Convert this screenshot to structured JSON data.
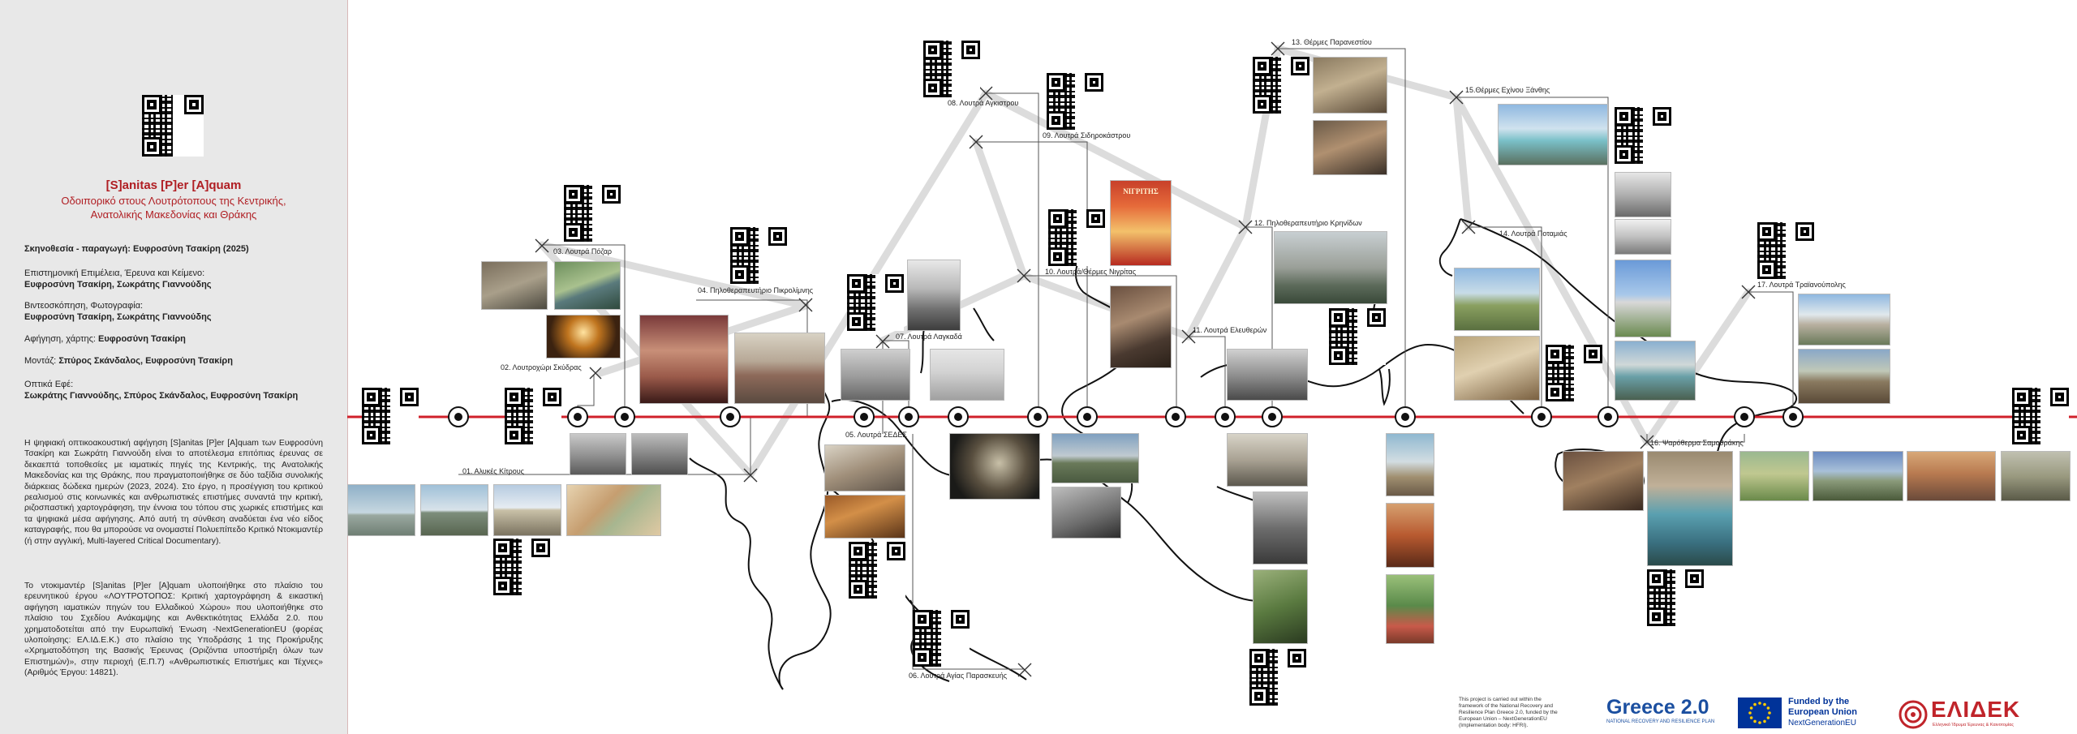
{
  "project": {
    "title": "[S]anitas [P]er [A]quam",
    "subtitle_line1": "Οδοιπορικό στους Λουτρότοπους της Κεντρικής,",
    "subtitle_line2": "Ανατολικής Μακεδονίας και Θράκης"
  },
  "credits": [
    {
      "label": "Σκηνοθεσία - παραγωγή:",
      "value": "Ευφροσύνη Τσακίρη (2025)"
    },
    {
      "label": "Επιστημονική Επιμέλεια, Έρευνα και Κείμενο:",
      "value": "Ευφροσύνη Τσακίρη, Σωκράτης Γιαννούδης"
    },
    {
      "label": "Βιντεοσκόπηση, Φωτογραφία:",
      "value": "Ευφροσύνη Τσακίρη, Σωκράτης Γιαννούδης"
    },
    {
      "label": "Αφήγηση, χάρτης:",
      "value": "Ευφροσύνη Τσακίρη"
    },
    {
      "label": "Μοντάζ:",
      "value": "Σπύρος Σκάνδαλος, Ευφροσύνη Τσακίρη"
    },
    {
      "label": "Οπτικά Εφέ:",
      "value": "Σωκράτης Γιαννούδης, Σπύρος Σκάνδαλος, Ευφροσύνη Τσακίρη"
    }
  ],
  "description": {
    "p1": "Η ψηφιακή οπτικοακουστική αφήγηση [S]anitas [P]er [A]quam των Ευφροσύνη Τσακίρη και Σωκράτη Γιαννούδη είναι το αποτέλεσμα επιτόπιας έρευνας σε δεκαεπτά τοποθεσίες με ιαματικές πηγές της Κεντρικής, της Ανατολικής Μακεδονίας και της Θράκης, που πραγματοποιήθηκε σε δύο ταξίδια συνολικής διάρκειας δώδεκα ημερών (2023, 2024). Στο έργο, η προσέγγιση του κριτικού ρεαλισμού στις κοινωνικές και ανθρωπιστικές επιστήμες συναντά την κριτική, ριζοσπαστική χαρτογράφηση, την έννοια του τόπου στις χωρικές επιστήμες και τα ψηφιακά μέσα αφήγησης. Από αυτή τη σύνθεση αναδύεται ένα νέο είδος καταγραφής, που θα μπορούσε να ονομαστεί Πολυεπίπεδο Κριτικό Ντοκιμαντέρ (ή στην αγγλική, Multi-layered Critical Documentary).",
    "p2": "Το ντοκιμαντέρ [S]anitas [P]er [A]quam υλοποιήθηκε στο πλαίσιο του ερευνητικού έργου «ΛΟΥΤΡΟΤΟΠΟΣ: Κριτική χαρτογράφηση & εικαστική αφήγηση ιαματικών πηγών του Ελλαδικού Χώρου» που υλοποιήθηκε στο πλαίσιο του Σχεδίου Ανάκαμψης και Ανθεκτικότητας Ελλάδα 2.0. που χρηματοδοτείται από την Ευρωπαϊκή Ένωση -NextGenerationEU (φορέας υλοποίησης: ΕΛ.ΙΔ.Ε.Κ.) στο πλαίσιο της Υποδράσης 1 της Προκήρυξης «Χρηματοδότηση της Βασικής Έρευνας (Οριζόντια υποστήριξη όλων των Επιστημών)», στην περιοχή (Ε.Π.7) «Ανθρωπιστικές Επιστήμες και Τέχνες» (Αριθμός Έργου: 14821)."
  },
  "locations": [
    {
      "id": "01",
      "name": "01. Αλυκές Κίτρους"
    },
    {
      "id": "02",
      "name": "02. Λουτροχώρι Σκύδρας"
    },
    {
      "id": "03",
      "name": "03. Λουτρά Πόζαρ"
    },
    {
      "id": "04",
      "name": "04. Πηλοθεραπευτήριο Πικρολίμνης"
    },
    {
      "id": "05",
      "name": "05. Λουτρά ΣΕΔΕΣ"
    },
    {
      "id": "06",
      "name": "06. Λουτρά Αγίας Παρασκευής"
    },
    {
      "id": "07",
      "name": "07. Λουτρά Λαγκαδά"
    },
    {
      "id": "08",
      "name": "08. Λουτρά Αγκιστρου"
    },
    {
      "id": "09",
      "name": "09. Λουτρά Σιδηροκάστρου"
    },
    {
      "id": "10",
      "name": "10. Λουτρά/Θέρμες Νιγρίτας"
    },
    {
      "id": "11",
      "name": "11. Λουτρά Ελευθερών"
    },
    {
      "id": "12",
      "name": "12. Πηλοθεραπευτήριο Κρηνίδων"
    },
    {
      "id": "13",
      "name": "13. Θέρμες Παρανεστίου"
    },
    {
      "id": "14",
      "name": "14. Λουτρά Ποταμιάς"
    },
    {
      "id": "15",
      "name": "15.Θέρμες Εχίνου Ξάνθης"
    },
    {
      "id": "16",
      "name": "16. Ψαρόθερμα Σαμοθράκης"
    },
    {
      "id": "17",
      "name": "17. Λουτρά Τραϊανούπολης"
    }
  ],
  "poster_text": "ΝΙΓΡΙΤΗΣ",
  "footer": {
    "rrf_note": "This project is carried out within the framework of the National Recovery and Resilience Plan Greece 2.0, funded by the European Union – NextGenerationEU (Implementation body: HFRI).",
    "greece2_logo": "Greece 2.0",
    "greece2_sub": "NATIONAL RECOVERY AND RESILIENCE PLAN",
    "eu_line1": "Funded by the",
    "eu_line2": "European Union",
    "eu_line3": "NextGenerationEU",
    "elidek_logo": "ΕΛΙΔΕΚ",
    "elidek_sub": "Ελληνικό Ίδρυμα Έρευνας & Καινοτομίας"
  },
  "colors": {
    "accent_red": "#b01e23",
    "timeline_red": "#d0202a",
    "sidebar_bg": "#e8e8e8",
    "eu_blue": "#003399",
    "greece2_blue": "#1b4fa0",
    "greece2_teal": "#2aa7a0"
  }
}
